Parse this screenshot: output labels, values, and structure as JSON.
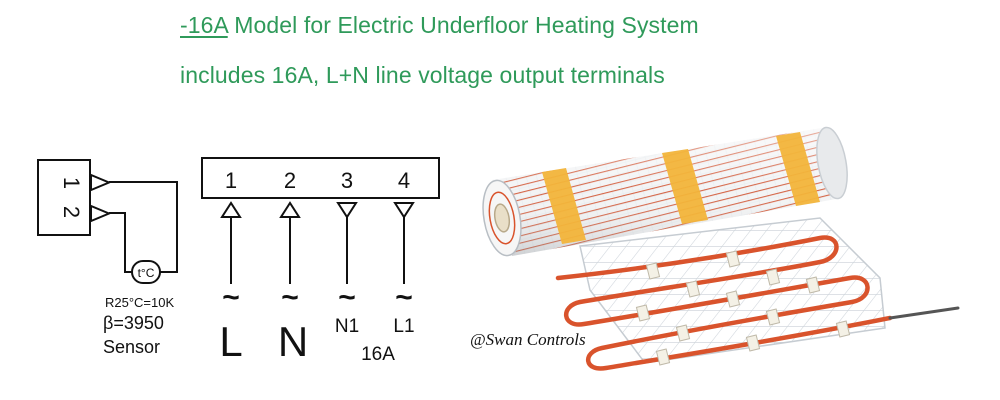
{
  "heading": {
    "model": "-16A",
    "rest": " Model for Electric Underfloor Heating System",
    "line2": "includes 16A, L+N line voltage output terminals"
  },
  "colors": {
    "heading": "#2f9a5a",
    "cable": "#d9532c",
    "band": "#f2b43a",
    "mesh": "#d8dde2"
  },
  "sensor_block": {
    "terminals": [
      "1",
      "2"
    ],
    "thermistor_label": "t°C",
    "spec_resistance": "R25°C=10K",
    "spec_beta": "β=3950",
    "label": "Sensor"
  },
  "output_block": {
    "terminals": [
      {
        "number": "1",
        "ac": "~",
        "label": "L"
      },
      {
        "number": "2",
        "ac": "~",
        "label": "N"
      },
      {
        "number": "3",
        "ac": "~",
        "label": "N1"
      },
      {
        "number": "4",
        "ac": "~",
        "label": "L1"
      }
    ],
    "rating": "16A"
  },
  "watermark": "@Swan Controls"
}
